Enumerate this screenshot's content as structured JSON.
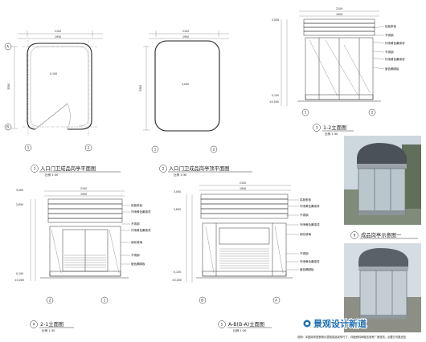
{
  "views": {
    "v1": {
      "num": "1",
      "title": "入口门卫成品岗亭平面图",
      "scale": "比例 1:30"
    },
    "v2": {
      "num": "2",
      "title": "入口门卫成品岗亭顶平面图",
      "scale": "比例 1:30"
    },
    "v3": {
      "num": "3",
      "title": "1-2立面图",
      "scale": "比例 1:30"
    },
    "v4": {
      "num": "4",
      "title": "2-1立面图",
      "scale": "比例 1:30"
    },
    "v5": {
      "num": "5",
      "title": "A-B(B-A)立面图",
      "scale": "比例 1:30"
    },
    "v6": {
      "num": "6",
      "title": "成品岗亭示意图一"
    }
  },
  "axes": {
    "a": "A",
    "b": "B",
    "one": "1",
    "two": "2"
  },
  "dims": {
    "w2100": "2100",
    "w1950": "1950",
    "h3300": "3300",
    "h3000": "3,000",
    "h0100": "0,100",
    "h0000": "±0,000",
    "h2850": "2,850",
    "p0100": "0,100",
    "p3000": "3,000"
  },
  "labels": {
    "roof": "铝板条板",
    "eave": "不锈钢",
    "frame": "外喷黄色氟碳漆",
    "glass": "钢化玻璃",
    "door": "不锈钢",
    "paint": "外喷黄色氟碳漆",
    "base": "管色踢脚板"
  },
  "note": "说明：本图岗亭搭参照示意图成品岗亭尺寸，详细资料和做法参考厂家提供，必要方可推进至",
  "watermark": "景观设计新道"
}
